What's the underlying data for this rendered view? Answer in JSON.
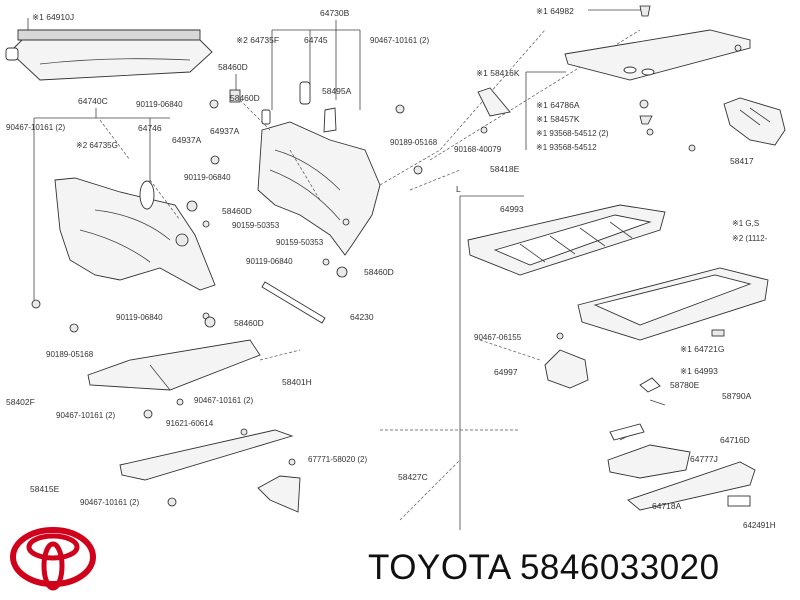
{
  "brand": {
    "logo_name": "toyota-logo",
    "logo_color": "#d0021b",
    "text": "TOYOTA 5846033020"
  },
  "diagram": {
    "code": "642491H",
    "legend": {
      "note1": "※1 G,S",
      "note2": "※2 (1112-"
    },
    "section_mark": "L",
    "labels": [
      "※1 64910J",
      "64740C",
      "90467-10161 (2)",
      "※2 64735G",
      "64746",
      "64937A",
      "64937A",
      "90119-06840",
      "90119-06840",
      "58460D",
      "58460D",
      "58460D",
      "58460D",
      "58460D",
      "64730B",
      "※2 64735F",
      "64745",
      "90467-10161 (2)",
      "58495A",
      "90189-05168",
      "90159-50353",
      "90159-50353",
      "90119-06840",
      "90119-06840",
      "90189-05168",
      "64230",
      "58402F",
      "58401H",
      "90467-10161 (2)",
      "90467-10161 (2)",
      "91621-60614",
      "67771-58020 (2)",
      "58427C",
      "58415E",
      "90467-10161 (2)",
      "※1 64982",
      "※1 58416K",
      "※1 64786A",
      "※1 58457K",
      "※1 93568-54512 (2)",
      "※1 93568-54512",
      "90168-40079",
      "58418E",
      "58417",
      "64993",
      "90467-06155",
      "64997",
      "※1 64721G",
      "※1 64993",
      "58780E",
      "58790A",
      "64716D",
      "64777J",
      "64718A"
    ]
  }
}
